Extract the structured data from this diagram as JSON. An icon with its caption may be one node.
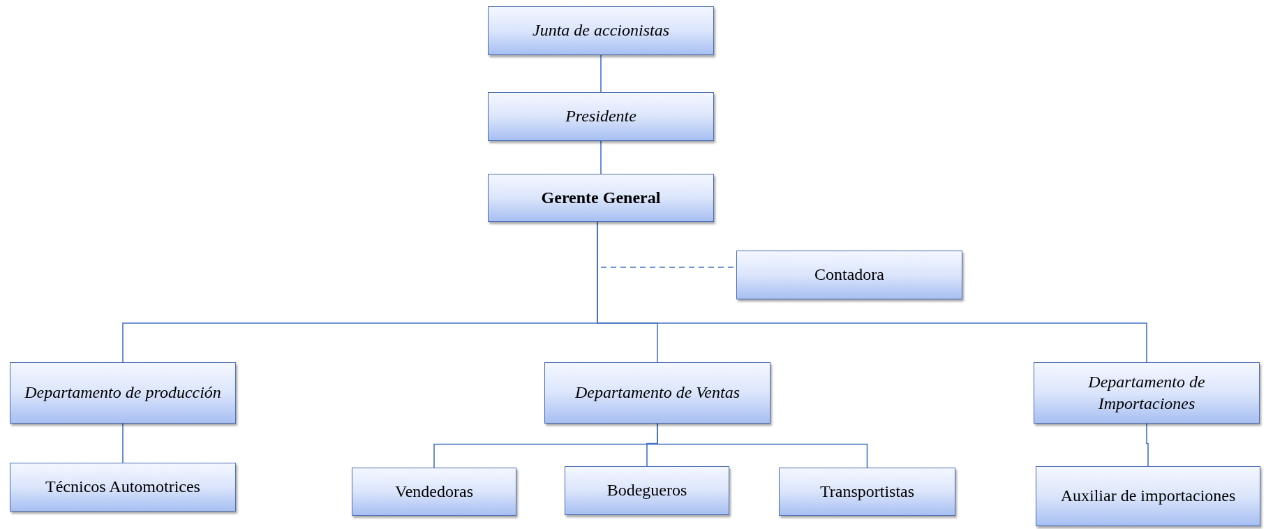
{
  "diagram": {
    "nodes": [
      {
        "text": [
          "Junta de accionistas"
        ]
      },
      {
        "text": [
          "Presidente"
        ]
      },
      {
        "text": [
          "Gerente General"
        ]
      },
      {
        "text": [
          "Contadora"
        ]
      },
      {
        "text": [
          "Departamento de producción"
        ]
      },
      {
        "text": [
          "Departamento de Ventas"
        ]
      },
      {
        "text": [
          "Departamento de Importaciones"
        ]
      },
      {
        "text": [
          "Técnicos Automotrices"
        ]
      },
      {
        "text": [
          "Vendedoras"
        ]
      },
      {
        "text": [
          "Bodegueros"
        ]
      },
      {
        "text": [
          "Transportistas"
        ]
      },
      {
        "text": [
          "Auxiliar de importaciones"
        ]
      }
    ],
    "edges": [
      {
        "from": 0,
        "to": 1,
        "arrow": "none"
      },
      {
        "from": 1,
        "to": 2,
        "arrow": "none"
      },
      {
        "from": 2,
        "to": 3,
        "arrow": "none",
        "style": "dashed"
      },
      {
        "from": 2,
        "to": 4,
        "arrow": "none"
      },
      {
        "from": 2,
        "to": 5,
        "arrow": "none"
      },
      {
        "from": 2,
        "to": 6,
        "arrow": "none"
      },
      {
        "from": 4,
        "to": 7,
        "arrow": "none"
      },
      {
        "from": 5,
        "to": 8,
        "arrow": "none"
      },
      {
        "from": 5,
        "to": 9,
        "arrow": "none"
      },
      {
        "from": 5,
        "to": 10,
        "arrow": "none"
      },
      {
        "from": 6,
        "to": 11,
        "arrow": "none"
      }
    ]
  }
}
